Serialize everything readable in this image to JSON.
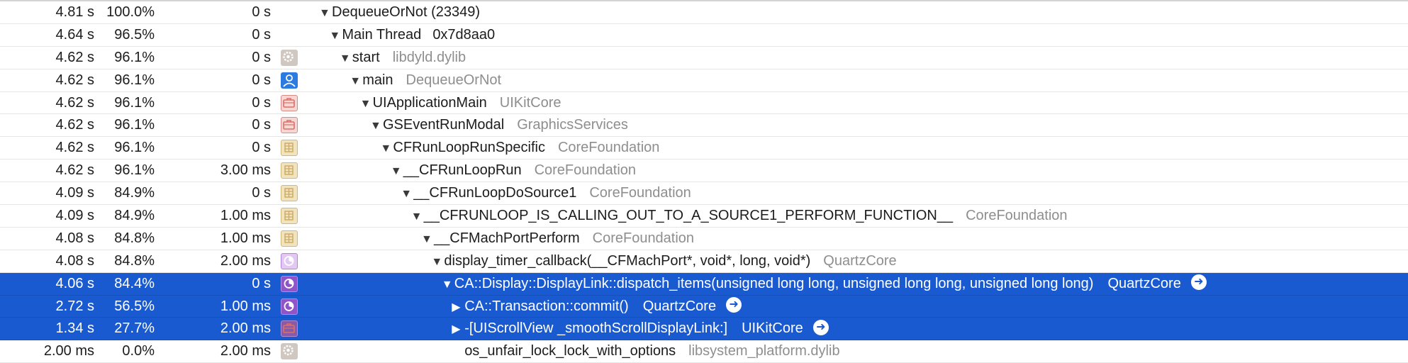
{
  "rows": [
    {
      "weight": "4.81 s",
      "percent": "100.0%",
      "self": "0 s",
      "icon": "",
      "symbol": "DequeueOrNot (23349)",
      "library": "",
      "thread": "",
      "disclosure": "expanded",
      "depth": 0,
      "selected": false
    },
    {
      "weight": "4.64 s",
      "percent": "96.5%",
      "self": "0 s",
      "icon": "",
      "symbol": "Main Thread",
      "library": "",
      "thread": "0x7d8aa0",
      "disclosure": "expanded",
      "depth": 1,
      "selected": false
    },
    {
      "weight": "4.62 s",
      "percent": "96.1%",
      "self": "0 s",
      "icon": "gear-icon",
      "symbol": "start",
      "library": "libdyld.dylib",
      "thread": "",
      "disclosure": "expanded",
      "depth": 2,
      "selected": false
    },
    {
      "weight": "4.62 s",
      "percent": "96.1%",
      "self": "0 s",
      "icon": "user-icon",
      "symbol": "main",
      "library": "DequeueOrNot",
      "thread": "",
      "disclosure": "expanded",
      "depth": 3,
      "selected": false
    },
    {
      "weight": "4.62 s",
      "percent": "96.1%",
      "self": "0 s",
      "icon": "briefcase-icon",
      "symbol": "UIApplicationMain",
      "library": "UIKitCore",
      "thread": "",
      "disclosure": "expanded",
      "depth": 4,
      "selected": false
    },
    {
      "weight": "4.62 s",
      "percent": "96.1%",
      "self": "0 s",
      "icon": "briefcase-icon",
      "symbol": "GSEventRunModal",
      "library": "GraphicsServices",
      "thread": "",
      "disclosure": "expanded",
      "depth": 5,
      "selected": false
    },
    {
      "weight": "4.62 s",
      "percent": "96.1%",
      "self": "0 s",
      "icon": "grid-icon",
      "symbol": "CFRunLoopRunSpecific",
      "library": "CoreFoundation",
      "thread": "",
      "disclosure": "expanded",
      "depth": 6,
      "selected": false
    },
    {
      "weight": "4.62 s",
      "percent": "96.1%",
      "self": "3.00 ms",
      "icon": "grid-icon",
      "symbol": "__CFRunLoopRun",
      "library": "CoreFoundation",
      "thread": "",
      "disclosure": "expanded",
      "depth": 7,
      "selected": false
    },
    {
      "weight": "4.09 s",
      "percent": "84.9%",
      "self": "0 s",
      "icon": "grid-icon",
      "symbol": "__CFRunLoopDoSource1",
      "library": "CoreFoundation",
      "thread": "",
      "disclosure": "expanded",
      "depth": 8,
      "selected": false
    },
    {
      "weight": "4.09 s",
      "percent": "84.9%",
      "self": "1.00 ms",
      "icon": "grid-icon",
      "symbol": "__CFRUNLOOP_IS_CALLING_OUT_TO_A_SOURCE1_PERFORM_FUNCTION__",
      "library": "CoreFoundation",
      "thread": "",
      "disclosure": "expanded",
      "depth": 9,
      "selected": false
    },
    {
      "weight": "4.08 s",
      "percent": "84.8%",
      "self": "1.00 ms",
      "icon": "grid-icon",
      "symbol": "__CFMachPortPerform",
      "library": "CoreFoundation",
      "thread": "",
      "disclosure": "expanded",
      "depth": 10,
      "selected": false
    },
    {
      "weight": "4.08 s",
      "percent": "84.8%",
      "self": "2.00 ms",
      "icon": "pie-icon",
      "symbol": "display_timer_callback(__CFMachPort*, void*, long, void*)",
      "library": "QuartzCore",
      "thread": "",
      "disclosure": "expanded",
      "depth": 11,
      "selected": false
    },
    {
      "weight": "4.06 s",
      "percent": "84.4%",
      "self": "0 s",
      "icon": "pie-icon",
      "symbol": "CA::Display::DisplayLink::dispatch_items(unsigned long long, unsigned long long, unsigned long long)",
      "library": "QuartzCore",
      "thread": "",
      "disclosure": "expanded",
      "depth": 12,
      "selected": true
    },
    {
      "weight": "2.72 s",
      "percent": "56.5%",
      "self": "1.00 ms",
      "icon": "pie-icon",
      "symbol": "CA::Transaction::commit()",
      "library": "QuartzCore",
      "thread": "",
      "disclosure": "collapsed",
      "depth": 13,
      "selected": true
    },
    {
      "weight": "1.34 s",
      "percent": "27.7%",
      "self": "2.00 ms",
      "icon": "briefcase-icon",
      "symbol": "-[UIScrollView _smoothScrollDisplayLink:]",
      "library": "UIKitCore",
      "thread": "",
      "disclosure": "collapsed",
      "depth": 13,
      "selected": true
    },
    {
      "weight": "2.00 ms",
      "percent": "0.0%",
      "self": "2.00 ms",
      "icon": "gear-icon",
      "symbol": "os_unfair_lock_lock_with_options",
      "library": "libsystem_platform.dylib",
      "thread": "",
      "disclosure": "none",
      "depth": 13,
      "selected": false
    }
  ],
  "glyphs": {
    "expanded": "▼",
    "collapsed": "▶"
  },
  "colors": {
    "selection": "#1a5ad0",
    "library_text": "#8e8e8e",
    "row_divider": "#e6e6e6"
  }
}
